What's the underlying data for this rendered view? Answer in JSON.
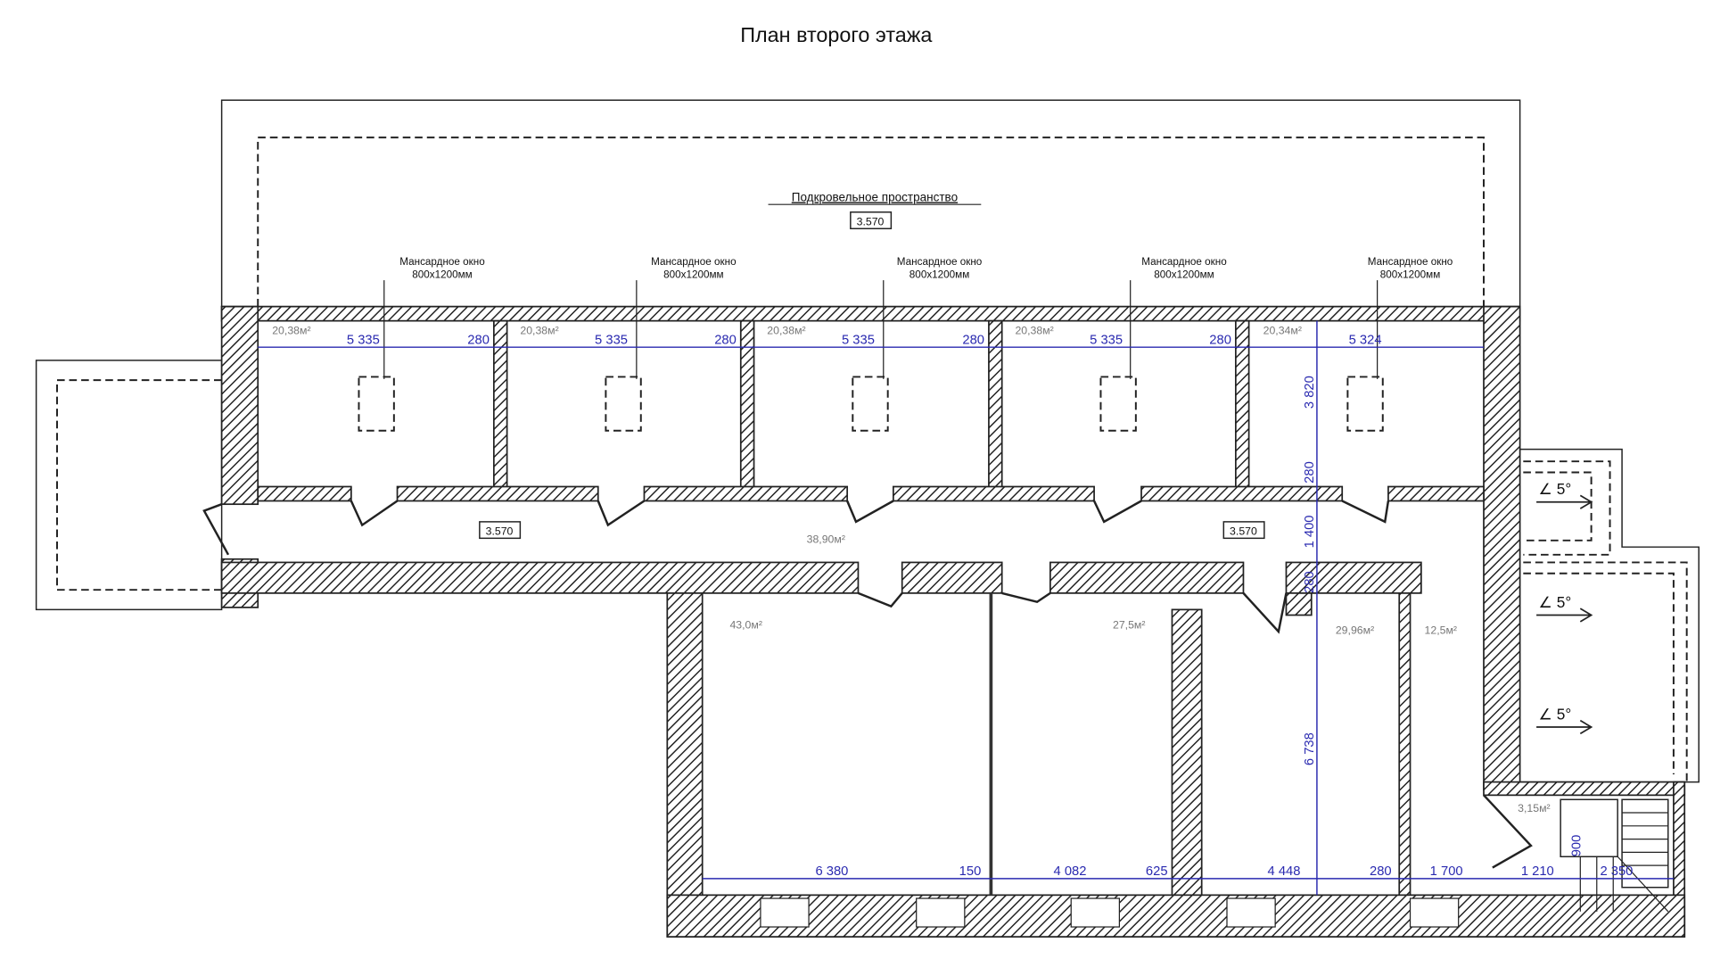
{
  "title": "План второго этажа",
  "attic": {
    "label": "Подкровельное пространство",
    "level": "3.570"
  },
  "mansard_windows": [
    {
      "line1": "Мансардное окно",
      "line2": "800x1200мм"
    },
    {
      "line1": "Мансардное окно",
      "line2": "800x1200мм"
    },
    {
      "line1": "Мансардное окно",
      "line2": "800x1200мм"
    },
    {
      "line1": "Мансардное окно",
      "line2": "800x1200мм"
    },
    {
      "line1": "Мансардное окно",
      "line2": "800x1200мм"
    }
  ],
  "rooms": {
    "top": [
      "20,38м²",
      "20,38м²",
      "20,38м²",
      "20,38м²",
      "20,34м²"
    ],
    "corridor": "38,90м²",
    "bottom": [
      "43,0м²",
      "27,5м²",
      "29,96м²",
      "12,5м²",
      "3,15м²"
    ]
  },
  "corridor_levels": [
    "3.570",
    "3.570"
  ],
  "dimensions": {
    "top": [
      "5 335",
      "280",
      "5 335",
      "280",
      "5 335",
      "280",
      "5 335",
      "280",
      "5 324"
    ],
    "vertical": [
      "3 820",
      "280",
      "1 400",
      "280",
      "6 738"
    ],
    "bottom": [
      "6 380",
      "150",
      "4 082",
      "625",
      "4 448",
      "280",
      "1 700",
      "1 210",
      "2 350"
    ],
    "stair": "900"
  },
  "slopes": [
    "∠ 5°",
    "∠ 5°",
    "∠ 5°"
  ]
}
